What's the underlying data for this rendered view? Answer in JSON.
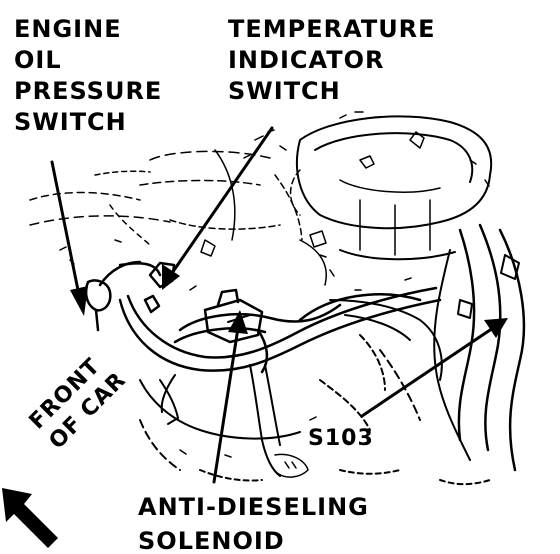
{
  "labels": {
    "engine_oil_pressure_switch": [
      "ENGINE",
      "OIL",
      "PRESSURE",
      "SWITCH"
    ],
    "temperature_indicator_switch": [
      "TEMPERATURE",
      "INDICATOR",
      "SWITCH"
    ],
    "s103": "S103",
    "anti_dieseling_solenoid": [
      "ANTI-DIESELING",
      "SOLENOID"
    ],
    "front_of_car": [
      "FRONT",
      "OF CAR"
    ]
  },
  "colors": {
    "ink": "#000000",
    "paper": "#ffffff"
  }
}
